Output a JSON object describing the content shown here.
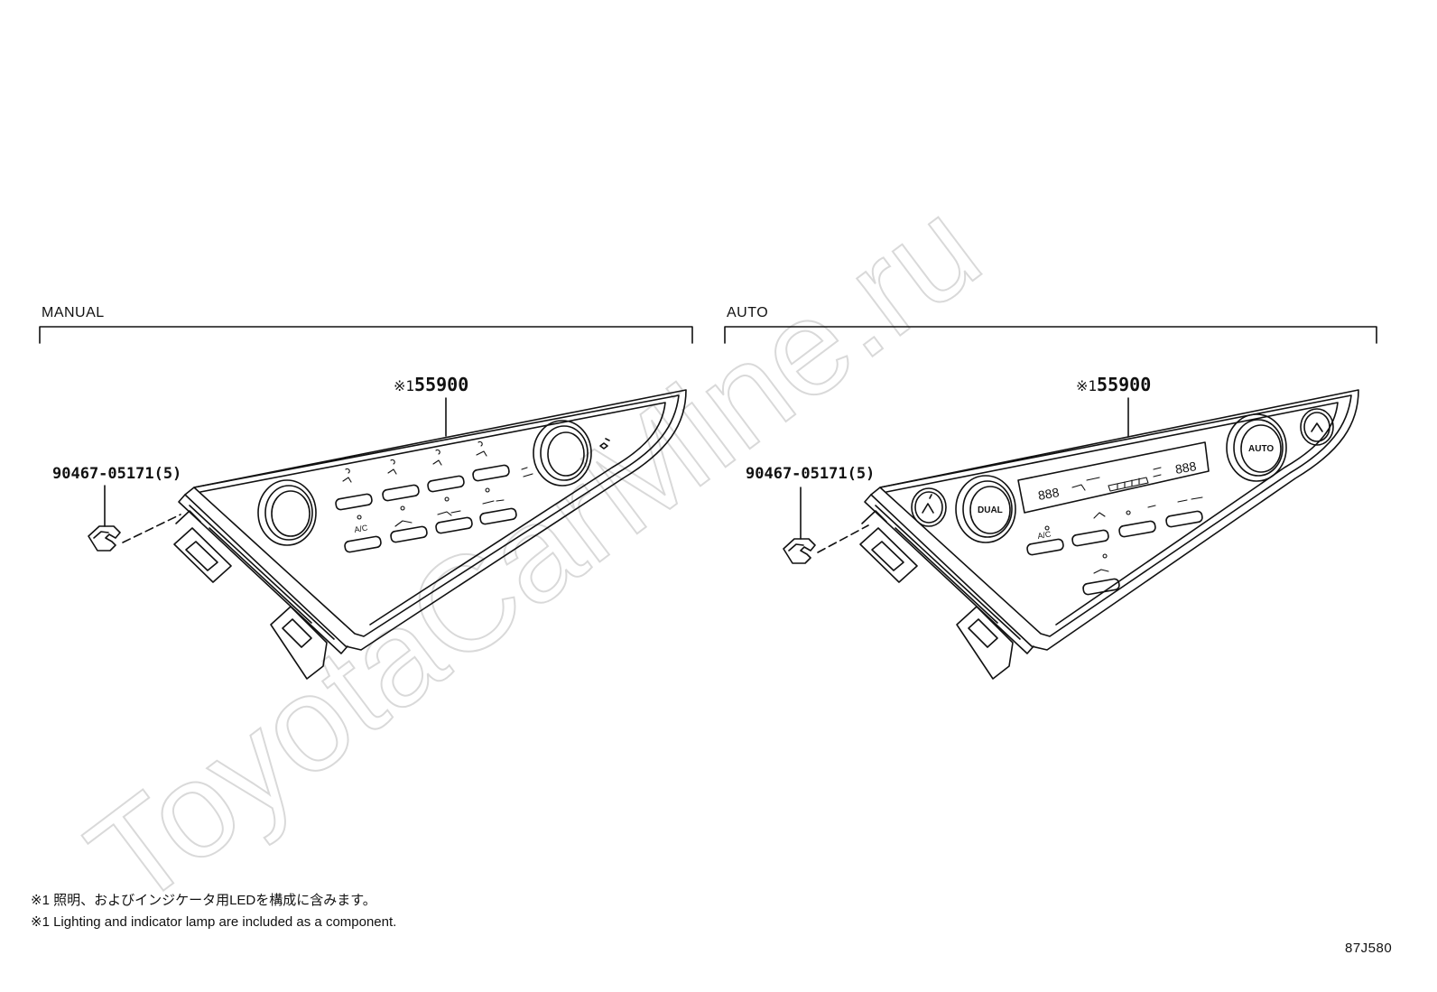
{
  "watermark": "ToyotaCarMine.ru",
  "sections": [
    {
      "title": "MANUAL",
      "main_part": {
        "mark": "※1",
        "number": "55900"
      },
      "fastener": {
        "number": "90467-05171(5)"
      },
      "panel_labels": [
        "A/C"
      ]
    },
    {
      "title": "AUTO",
      "main_part": {
        "mark": "※1",
        "number": "55900"
      },
      "fastener": {
        "number": "90467-05171(5)"
      },
      "panel_labels": [
        "DUAL",
        "AUTO",
        "A/C",
        "888",
        "888"
      ]
    }
  ],
  "footnotes": [
    "※1 照明、およびインジケータ用LEDを構成に含みます。",
    "※1 Lighting and indicator lamp are included as a component."
  ],
  "diagram_code": "87J580"
}
